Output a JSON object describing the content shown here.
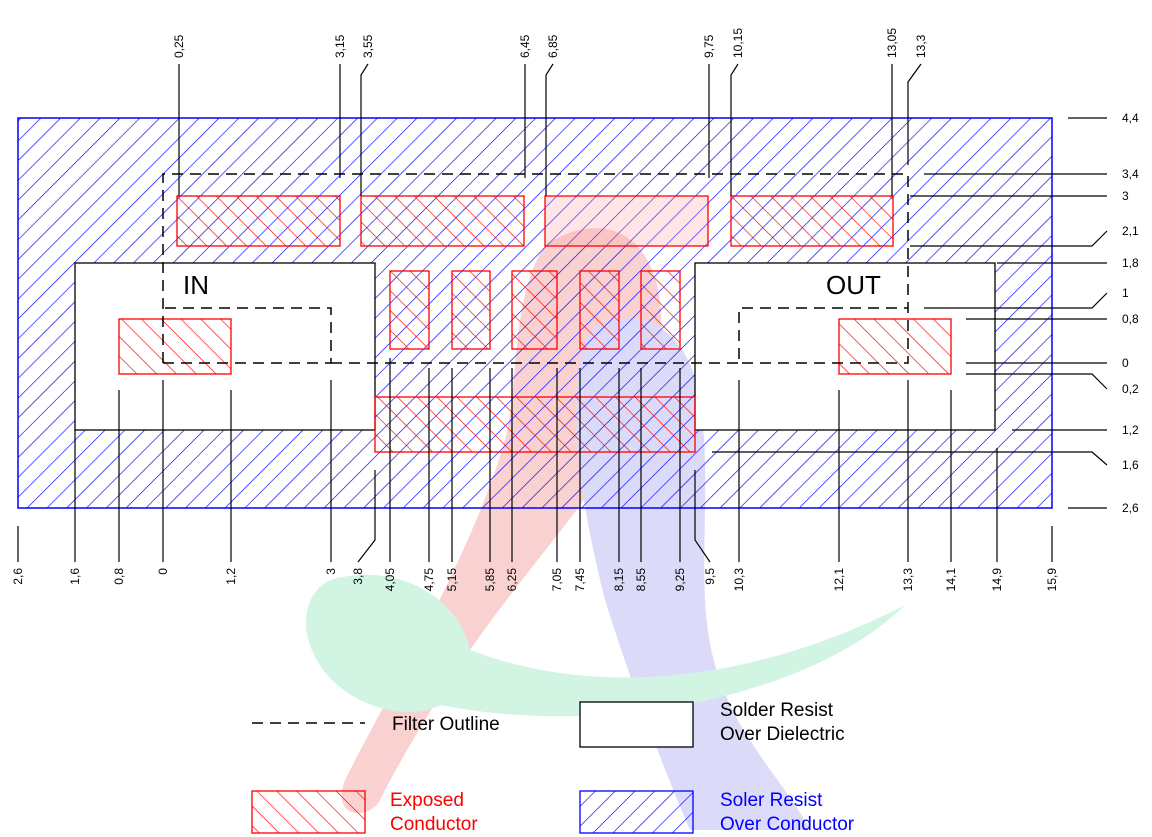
{
  "colors": {
    "conductor": "#ff0000",
    "solder_resist": "#0000ff",
    "outline": "#000000",
    "watermark_red": "#f8b4b4",
    "watermark_green": "#b4f0d0",
    "watermark_blue": "#c4c4f6"
  },
  "top_labels": [
    "0,25",
    "3,15",
    "3,55",
    "6,45",
    "6,85",
    "9,75",
    "10,15",
    "13,05",
    "13,3"
  ],
  "bottom_labels": [
    "2,6",
    "1,6",
    "0,8",
    "0",
    "1,2",
    "3",
    "3,8",
    "4,05",
    "4,75",
    "5,15",
    "5,85",
    "6,25",
    "7,05",
    "7,45",
    "8,15",
    "8,55",
    "9,25",
    "9,5",
    "10,3",
    "12,1",
    "13,3",
    "14,1",
    "14,9",
    "15,9"
  ],
  "right_labels": [
    "4,4",
    "3,4",
    "3",
    "2,1",
    "1,8",
    "1",
    "0,8",
    "0",
    "0,2",
    "1,2",
    "1,6",
    "2,6"
  ],
  "ports": {
    "input": "IN",
    "output": "OUT"
  },
  "legend": {
    "filter_outline": "Filter Outline",
    "solder_dielectric_1": "Solder Resist",
    "solder_dielectric_2": "Over Dielectric",
    "exposed_1": "Exposed",
    "exposed_2": "Conductor",
    "solder_conductor_1": "Soler Resist",
    "solder_conductor_2": "Over Conductor"
  }
}
